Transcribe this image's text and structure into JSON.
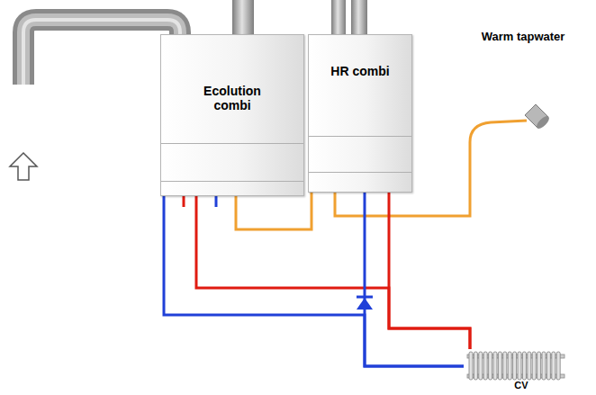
{
  "diagram": {
    "nodes": [
      {
        "text": [
          "Ecolution combi"
        ]
      },
      {
        "text": [
          "HR combi"
        ]
      },
      {
        "text": [
          "Warm tapwater"
        ]
      },
      {
        "text": [
          "CV"
        ]
      }
    ],
    "edges": [
      {
        "from": 0,
        "to": 1,
        "arrow": "none"
      },
      {
        "from": 1,
        "to": 2,
        "arrow": "none"
      },
      {
        "from": 0,
        "to": 3,
        "arrow": "none"
      },
      {
        "from": 1,
        "to": 3,
        "arrow": "none"
      },
      {
        "from": 0,
        "to": 3,
        "arrow": "none"
      },
      {
        "from": 1,
        "to": 3,
        "arrow": "none"
      }
    ]
  }
}
